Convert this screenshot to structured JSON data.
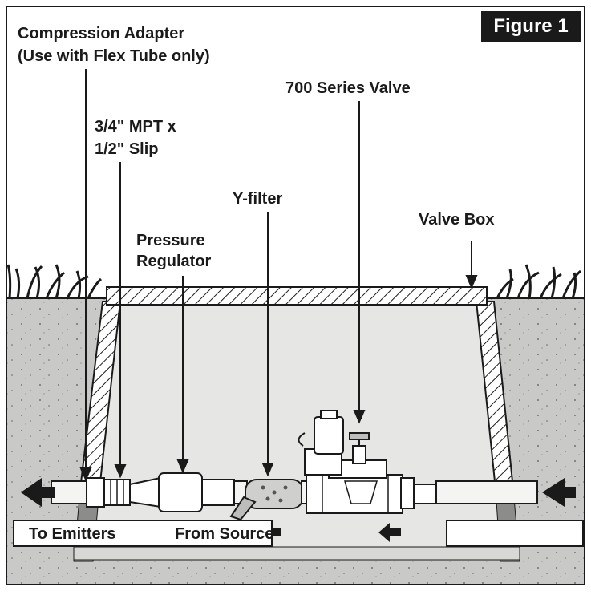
{
  "figure_label": "Figure 1",
  "labels": {
    "compression_adapter_line1": "Compression Adapter",
    "compression_adapter_line2": "(Use with Flex Tube only)",
    "mpt_line1": "3/4\" MPT x",
    "mpt_line2": "1/2\" Slip",
    "valve": "700 Series Valve",
    "yfilter": "Y-filter",
    "valve_box": "Valve Box",
    "pressure_line1": "Pressure",
    "pressure_line2": "Regulator"
  },
  "bottom": {
    "to_emitters": "To Emitters",
    "from_source": "From Source"
  },
  "colors": {
    "ink": "#1a1a1a",
    "soil": "#c9c9c7",
    "box_interior": "#e4e4e2",
    "pipe": "#f4f4f2"
  }
}
